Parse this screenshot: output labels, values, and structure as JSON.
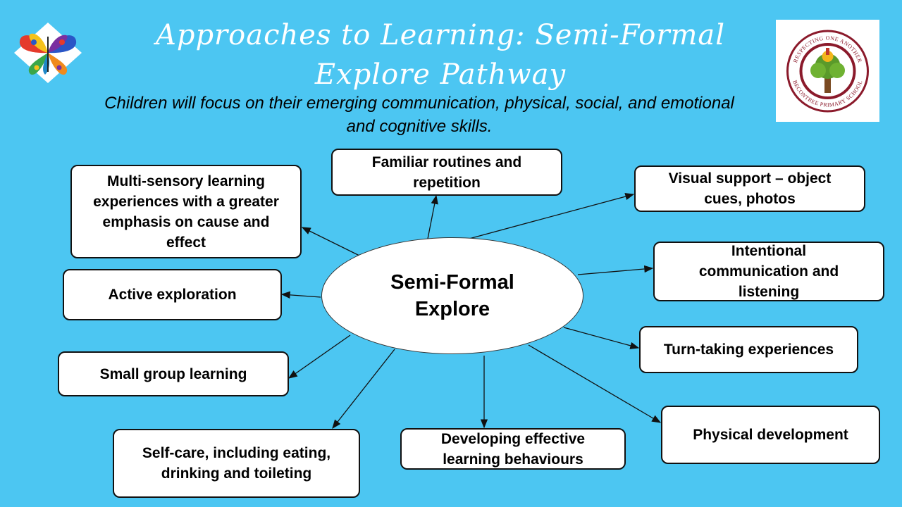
{
  "header": {
    "title": "Approaches to Learning: Semi-Formal Explore Pathway",
    "subtitle": "Children will focus on their emerging communication, physical, social, and emotional and cognitive skills."
  },
  "center_label": "Semi-Formal Explore",
  "nodes": {
    "routines": "Familiar routines and repetition",
    "multisensory": "Multi-sensory learning experiences with a greater emphasis on cause and effect",
    "visual": "Visual support – object cues, photos",
    "intentional": "Intentional communication and listening",
    "exploration": "Active exploration",
    "turntaking": "Turn-taking experiences",
    "smallgroup": "Small group learning",
    "physical": "Physical development",
    "selfcare": "Self-care, including eating, drinking and toileting",
    "behaviours": "Developing effective learning behaviours"
  },
  "school_logo": {
    "top_text": "RESPECTING ONE ANOTHER",
    "bottom_text": "BECONTREE PRIMARY SCHOOL"
  },
  "colors": {
    "background": "#4cc6f2",
    "box_fill": "#ffffff",
    "logo_maroon": "#8b1a2b",
    "tree_green": "#5a9a2a"
  }
}
